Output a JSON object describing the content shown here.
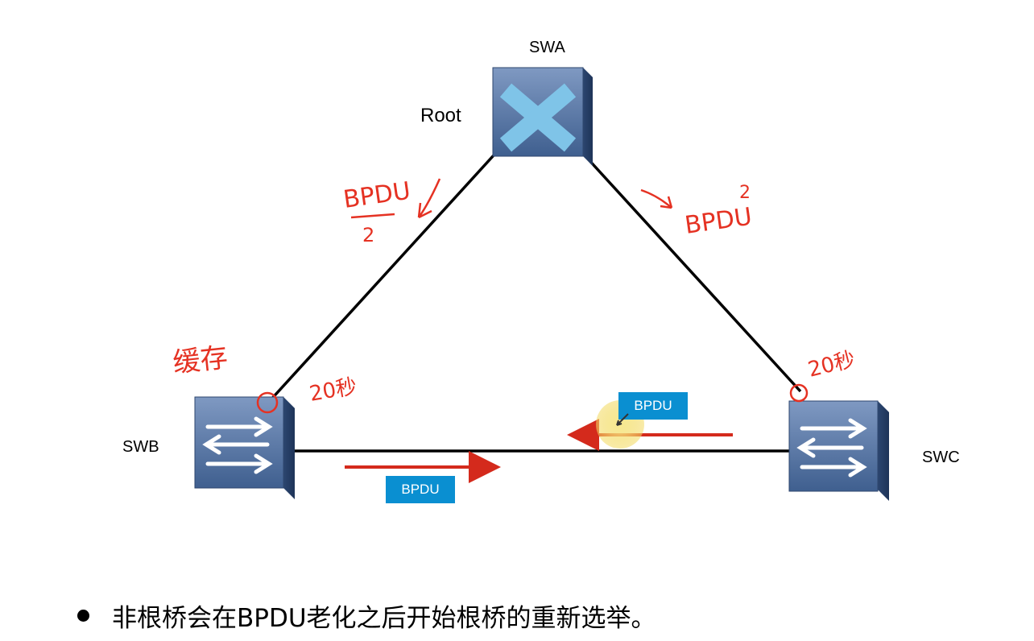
{
  "nodes": {
    "swa": {
      "label": "SWA",
      "role_label": "Root"
    },
    "swb": {
      "label": "SWB"
    },
    "swc": {
      "label": "SWC"
    }
  },
  "messages": {
    "bpdu_top": "BPDU",
    "bpdu_bottom": "BPDU"
  },
  "annotations": {
    "left_bpdu": "BPDU",
    "left_bpdu_fraction": "2",
    "right_bpdu": "BPDU",
    "right_bpdu_superscript": "2",
    "swb_cache": "缓存",
    "swb_timer": "20秒",
    "swc_timer": "20秒"
  },
  "bullet": {
    "text": "非根桥会在BPDU老化之后开始根桥的重新选举。"
  },
  "colors": {
    "link": "#000000",
    "arrow": "#d42a1c",
    "bpdu_tag": "#0a8fd1",
    "handwriting": "#e53223",
    "switch_body": "#4d6e9e",
    "root_cross": "#7fc4e8",
    "cursor_highlight": "#f2e27a"
  },
  "icons": [
    "switch-icon",
    "root-cross-icon",
    "cursor-icon"
  ]
}
